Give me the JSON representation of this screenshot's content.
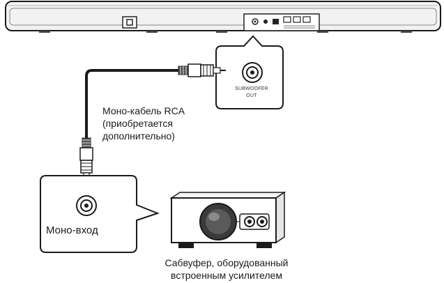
{
  "callout_port": {
    "line1": "SUBWOOFER",
    "line2": "OUT"
  },
  "cable": {
    "line1": "Моно-кабель RCA",
    "line2": "(приобретается",
    "line3": "дополнительно)"
  },
  "input_port": {
    "label": "Моно-вход"
  },
  "subwoofer": {
    "caption_line1": "Сабвуфер, оборудованный",
    "caption_line2": "встроенным усилителем"
  }
}
